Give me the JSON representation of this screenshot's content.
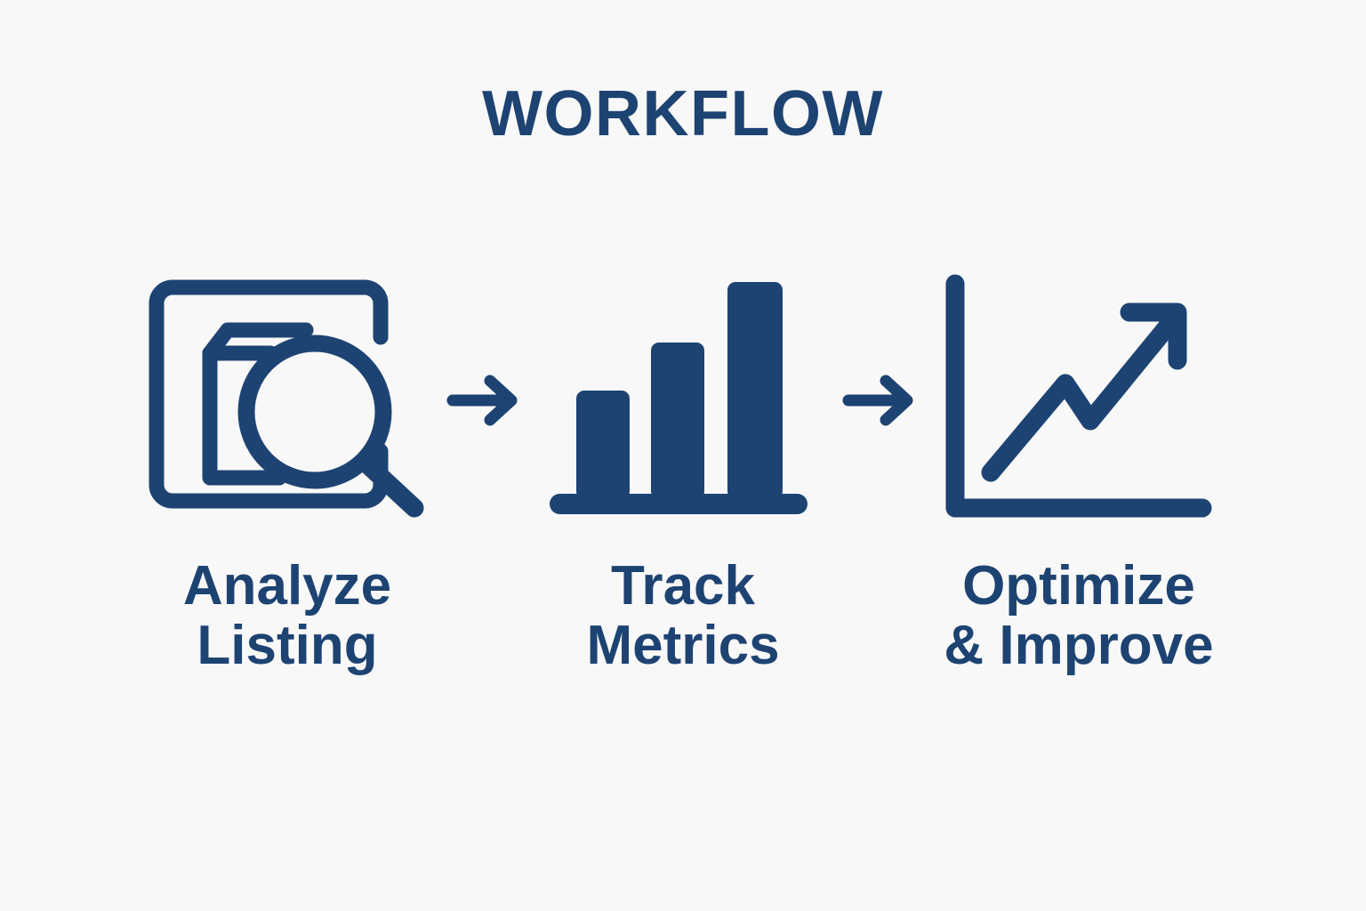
{
  "page": {
    "title": "WORKFLOW",
    "background_color": "#f8f8f8",
    "accent_color": "#1d4372"
  },
  "steps": [
    {
      "index": 1,
      "label": "Analyze\nListing",
      "label_line1": "Analyze",
      "label_line2": "Listing",
      "icon": "document-package-magnifier-icon",
      "icon_description": "Rounded square frame containing an open package box with a magnifying glass overlapping the right side"
    },
    {
      "index": 2,
      "label": "Track\nMetrics",
      "label_line1": "Track",
      "label_line2": "Metrics",
      "icon": "bar-chart-icon",
      "icon_description": "Three solid ascending bars on a rounded baseline"
    },
    {
      "index": 3,
      "label": "Optimize\n& Improve",
      "label_line1": "Optimize",
      "label_line2": "& Improve",
      "icon": "growth-line-chart-icon",
      "icon_description": "L-shaped axis with an upward zigzag trend line ending in an arrowhead"
    }
  ],
  "connectors": [
    {
      "index": 1,
      "icon": "arrow-right-icon",
      "from": "Analyze Listing",
      "to": "Track Metrics"
    },
    {
      "index": 2,
      "icon": "arrow-right-icon",
      "from": "Track Metrics",
      "to": "Optimize & Improve"
    }
  ],
  "chart_data": {
    "type": "bar",
    "title": "Track Metrics",
    "categories": [
      "1",
      "2",
      "3"
    ],
    "values": [
      1,
      1.72,
      2.43
    ],
    "xlabel": "",
    "ylabel": "",
    "ylim": [
      0,
      2.6
    ],
    "grid": false,
    "legend_position": "none"
  }
}
